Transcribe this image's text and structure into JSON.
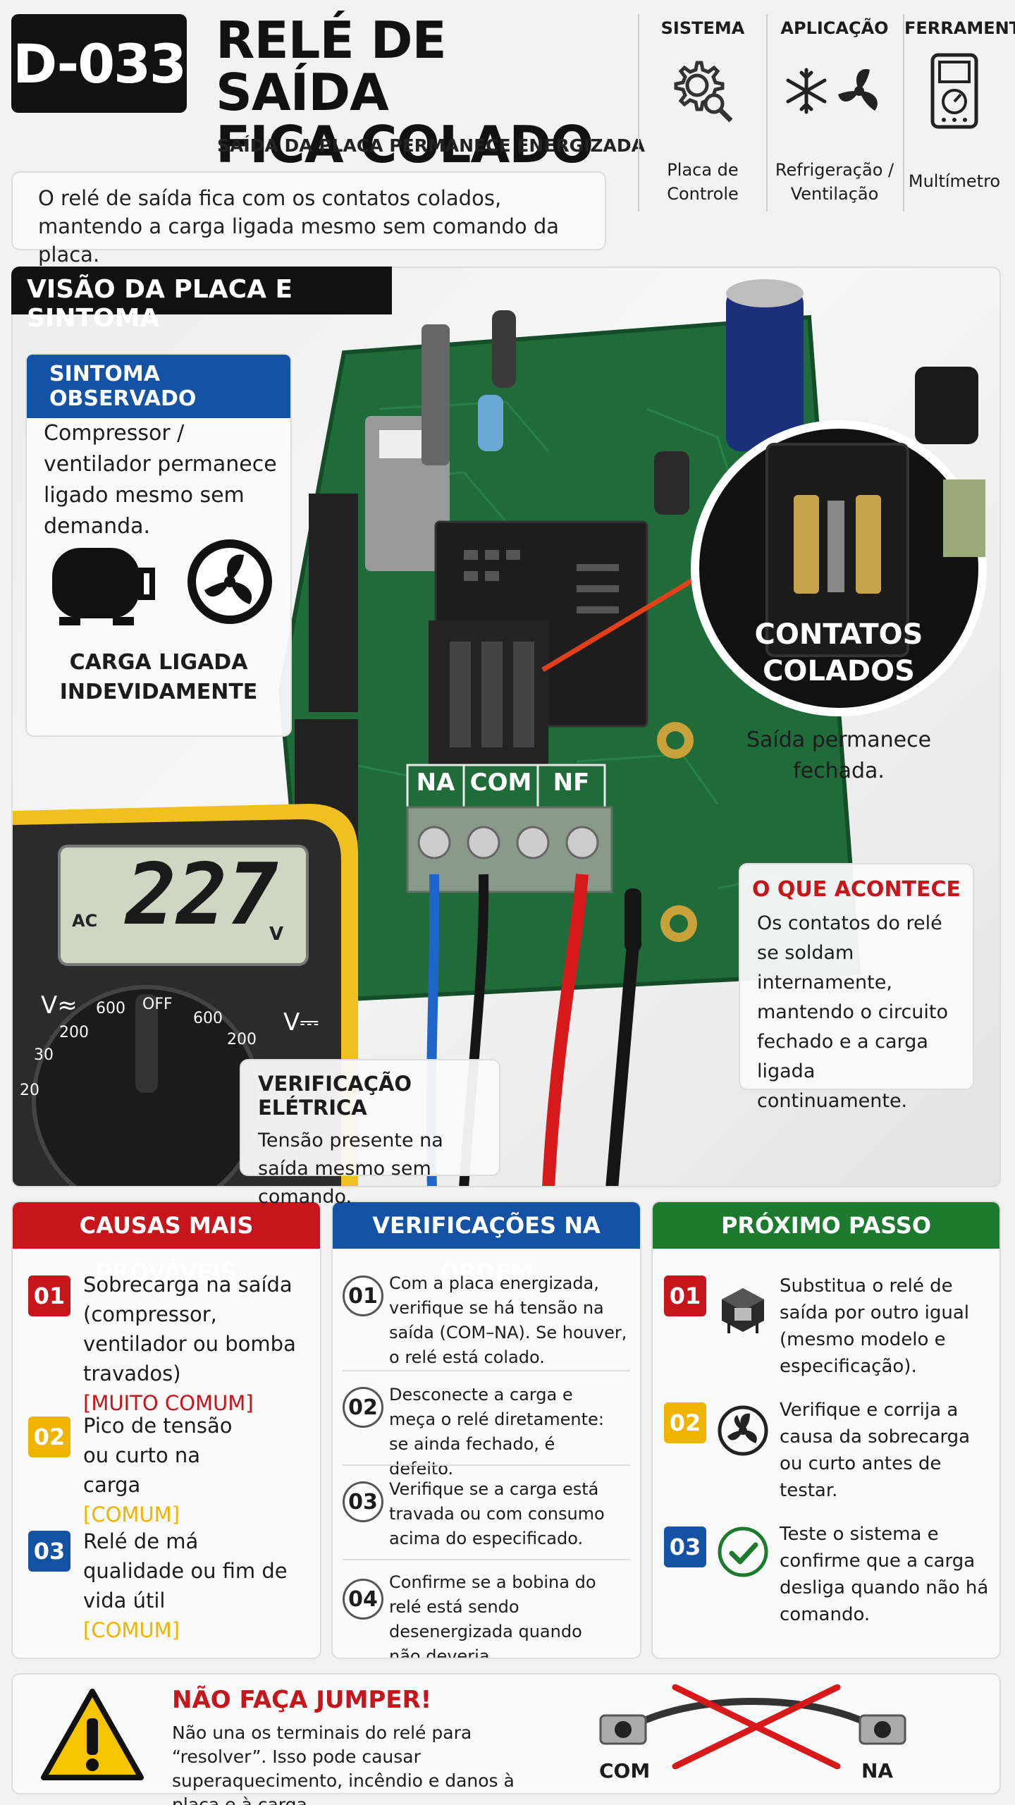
{
  "header": {
    "code": "D-033",
    "title_line1": "RELÉ DE SAÍDA",
    "title_line2": "FICA COLADO",
    "subtitle": "SAÍDA DA PLACA PERMANECE ENERGIZADA",
    "intro": "O relé de saída fica com os contatos colados, mantendo a carga ligada mesmo sem comando da placa."
  },
  "specs": [
    {
      "head": "SISTEMA",
      "icon": "gear-search-icon",
      "value_line1": "Placa de",
      "value_line2": "Controle"
    },
    {
      "head": "APLICAÇÃO",
      "icon": "snowflake-fan-icon",
      "value_line1": "Refrigeração /",
      "value_line2": "Ventilação"
    },
    {
      "head": "FERRAMENTA",
      "icon": "multimeter-icon",
      "value_line1": "Multímetro",
      "value_line2": ""
    }
  ],
  "vision": {
    "title": "VISÃO DA PLACA E SINTOMA",
    "symptom": {
      "head": "SINTOMA OBSERVADO",
      "text": "Compressor / ventilador permanece ligado mesmo sem demanda.",
      "foot_line1": "CARGA LIGADA",
      "foot_line2": "INDEVIDAMENTE"
    },
    "terminals": [
      "NA",
      "COM",
      "NF"
    ],
    "zoom_label_line1": "CONTATOS",
    "zoom_label_line2": "COLADOS",
    "callout_line1": "Saída permanece",
    "callout_line2": "fechada.",
    "meter": {
      "mode": "AC",
      "reading": "227",
      "unit": "V",
      "dial_left": "V≈",
      "dial_right": "V⎓",
      "off": "OFF",
      "scale": [
        "600",
        "200",
        "600",
        "200",
        "30",
        "20"
      ]
    },
    "what": {
      "head": "O QUE ACONTECE",
      "text": "Os contatos do relé se soldam internamente, mantendo o circuito fechado e a carga ligada continuamente."
    },
    "verify": {
      "head": "VERIFICAÇÃO ELÉTRICA",
      "text": "Tensão presente na saída mesmo sem comando."
    }
  },
  "causes": {
    "head": "CAUSAS MAIS PROVÁVEIS",
    "items": [
      {
        "num": "01",
        "text": "Sobrecarga na saída (compressor, ventilador ou bomba travados)",
        "tag": "[MUITO COMUM]"
      },
      {
        "num": "02",
        "text": "Pico de tensão ou curto na carga",
        "tag": "[COMUM]"
      },
      {
        "num": "03",
        "text": "Relé de má qualidade ou fim de vida útil",
        "tag": "[COMUM]"
      }
    ]
  },
  "checks": {
    "head": "VERIFICAÇÕES NA ORDEM",
    "items": [
      {
        "num": "01",
        "text": "Com a placa energizada, verifique se há tensão na saída (COM–NA). Se houver, o relé está colado."
      },
      {
        "num": "02",
        "text": "Desconecte a carga e meça o relé diretamente: se ainda fechado, é defeito."
      },
      {
        "num": "03",
        "text": "Verifique se a carga está travada ou com consumo acima do especificado."
      },
      {
        "num": "04",
        "text": "Confirme se a bobina do relé está sendo desenergizada quando não deveria."
      }
    ]
  },
  "next": {
    "head": "PRÓXIMO PASSO",
    "items": [
      {
        "num": "01",
        "icon": "relay-icon",
        "text": "Substitua o relé de saída por outro igual (mesmo modelo e especificação)."
      },
      {
        "num": "02",
        "icon": "fan-icon",
        "text": "Verifique e corrija a causa da sobrecarga ou curto antes de testar."
      },
      {
        "num": "03",
        "icon": "check-circle-icon",
        "text": "Teste o sistema e confirme que a carga desliga quando não há comando."
      }
    ]
  },
  "warning": {
    "title": "NÃO FAÇA JUMPER!",
    "text": "Não una os terminais do relé para “resolver”. Isso pode causar superaquecimento, incêndio e danos à placa e à carga.",
    "left_label": "COM",
    "right_label": "NA"
  },
  "colors": {
    "red": "#c6161b",
    "blue": "#1452a6",
    "green": "#1c7a2e",
    "yellow": "#f0b400",
    "pcb": "#1f6b3a"
  }
}
